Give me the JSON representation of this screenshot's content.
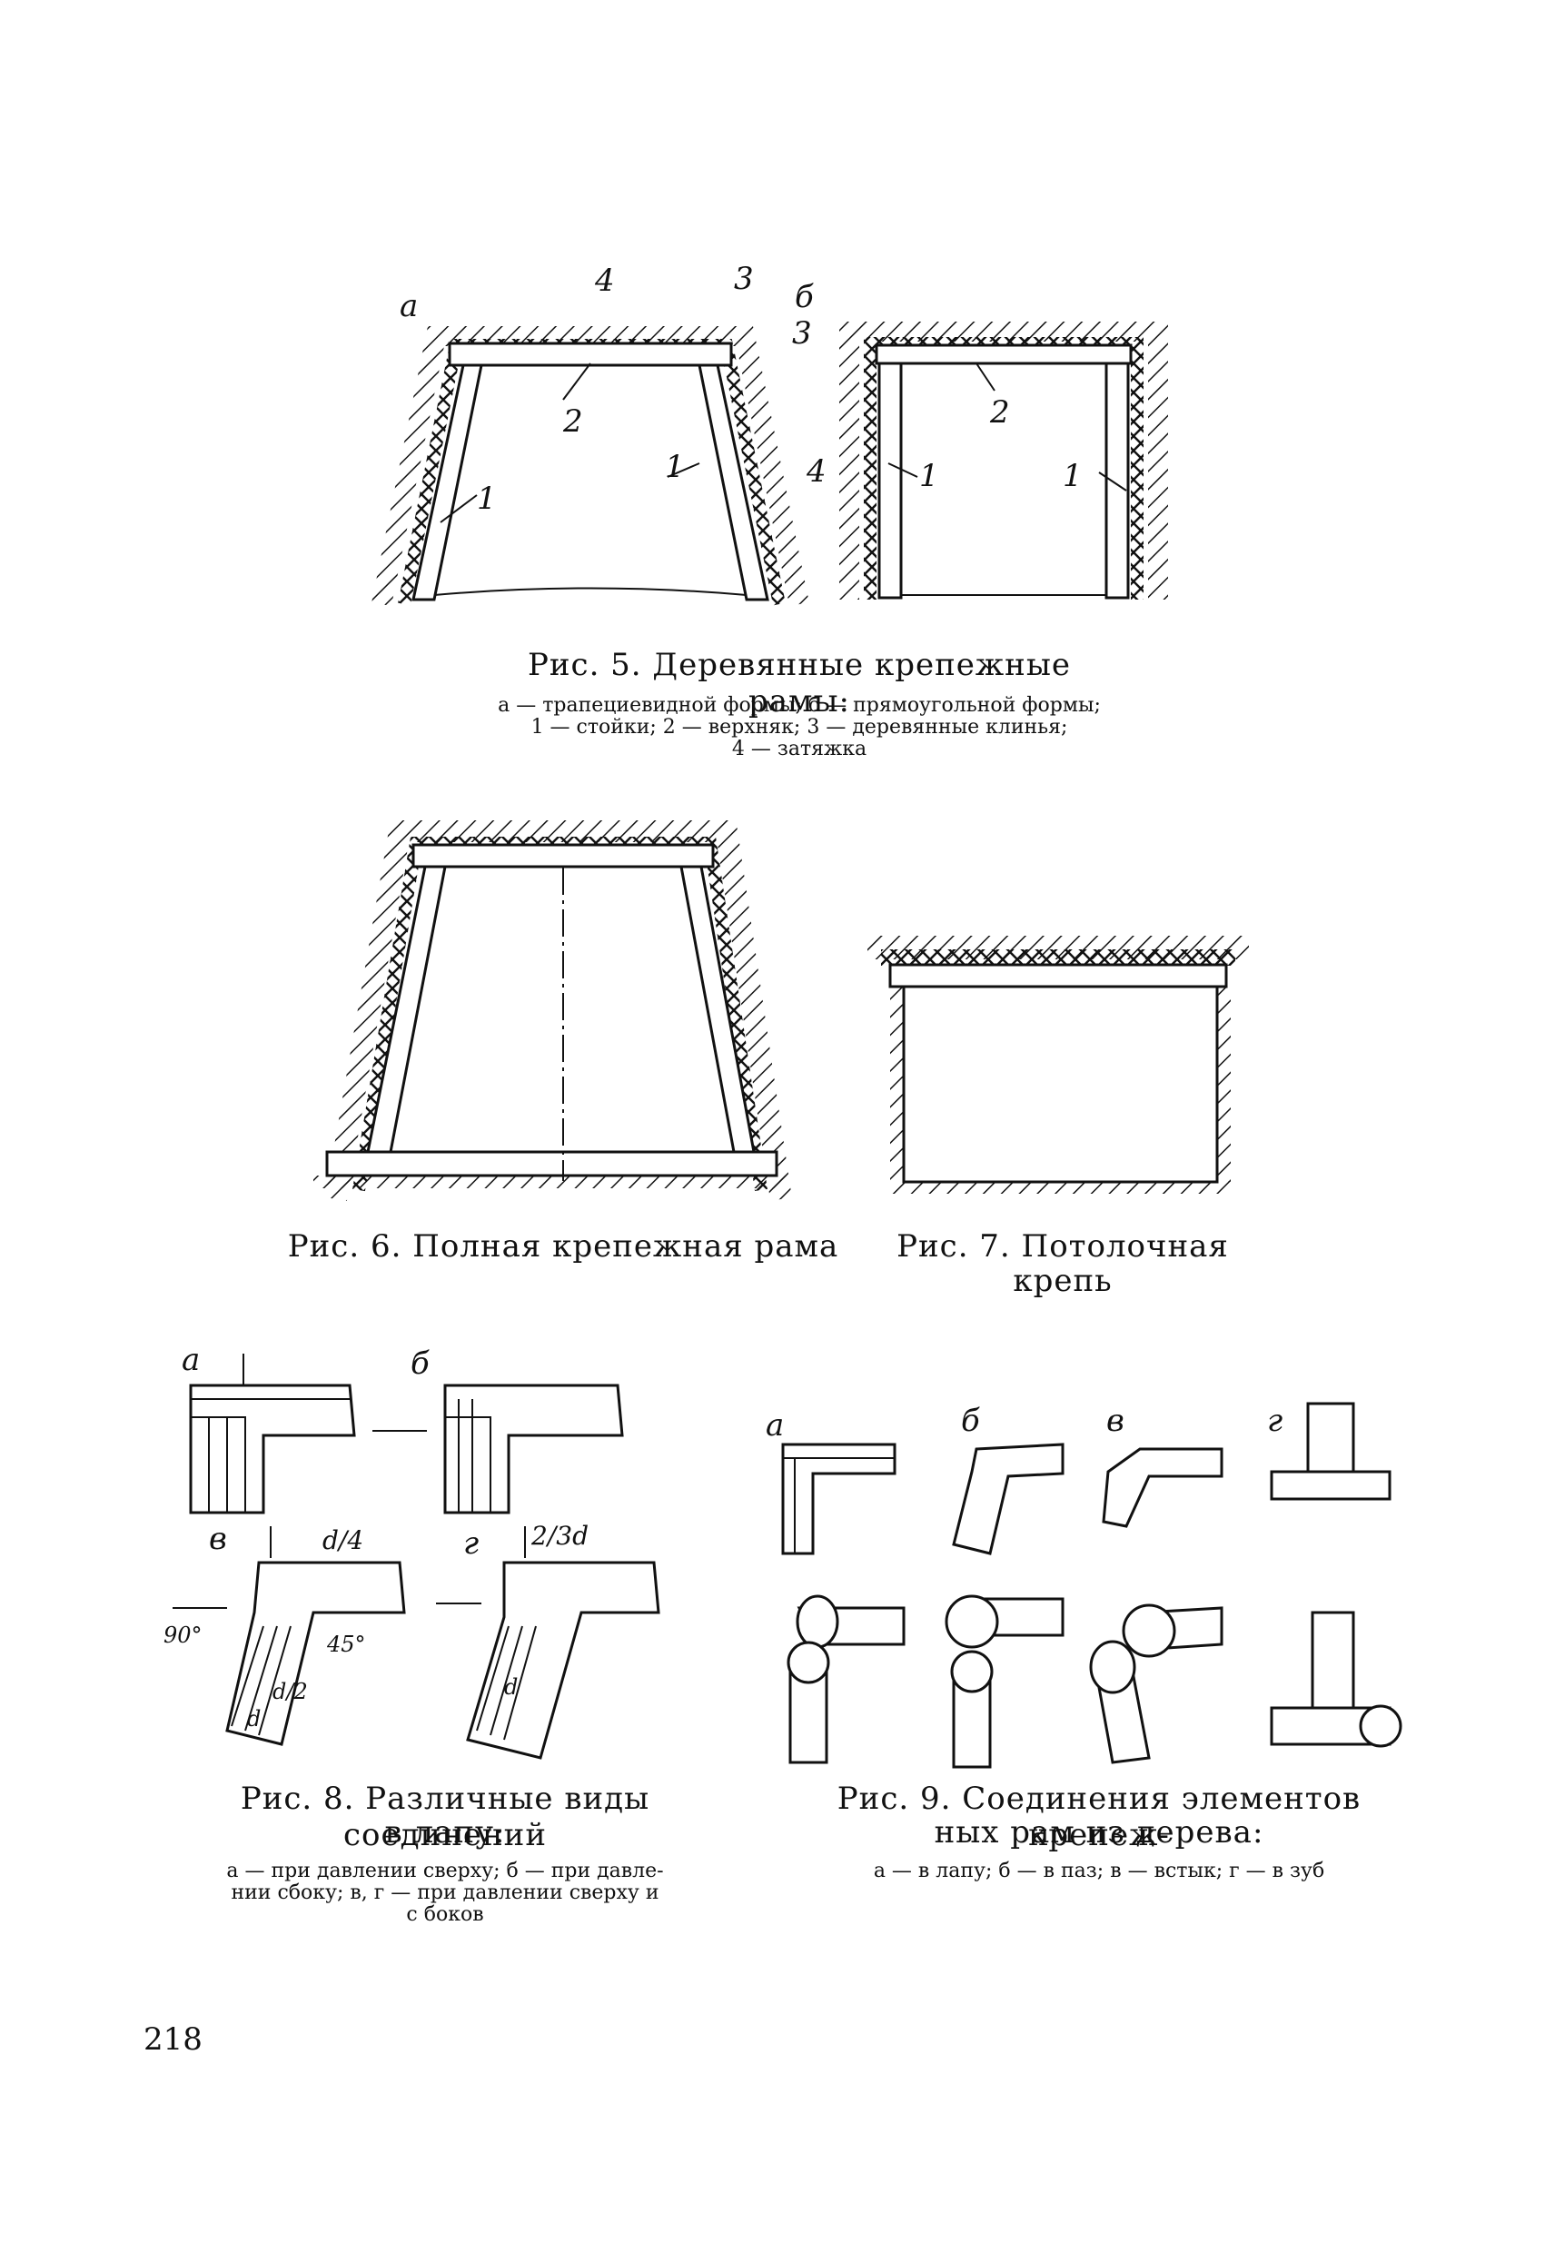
{
  "page_number": "218",
  "fig5": {
    "labels": {
      "a": "а",
      "b": "б",
      "n1": "1",
      "n2": "2",
      "n3": "3",
      "n4": "4"
    },
    "title": "Рис. 5. Деревянные крепежные рамы:",
    "legend_line1": "а — трапециевидной формы; б — прямоугольной формы;",
    "legend_line2": "1 — стойки; 2 — верхняк; 3 — деревянные клинья;",
    "legend_line3": "4 — затяжка"
  },
  "fig6": {
    "title": "Рис. 6. Полная крепежная рама"
  },
  "fig7": {
    "title_line1": "Рис. 7. Потолочная",
    "title_line2": "крепь"
  },
  "fig8": {
    "labels": {
      "a": "а",
      "b": "б",
      "v": "в",
      "g": "г",
      "d4": "d/4",
      "d23": "2/3d",
      "a90": "90°",
      "a45": "45°",
      "d2": "d/2",
      "d": "d"
    },
    "title_line1": "Рис. 8. Различные виды соединений",
    "title_line2": "в лапу:",
    "legend_line1": "а — при давлении сверху; б — при давле-",
    "legend_line2": "нии сбоку; в, г — при давлении сверху и",
    "legend_line3": "с боков"
  },
  "fig9": {
    "labels": {
      "a": "а",
      "b": "б",
      "v": "в",
      "g": "г"
    },
    "title_line1": "Рис. 9. Соединения элементов крепеж-",
    "title_line2": "ных рам из дерева:",
    "legend_line1": "а — в лапу; б — в паз; в — встык; г — в зуб"
  }
}
